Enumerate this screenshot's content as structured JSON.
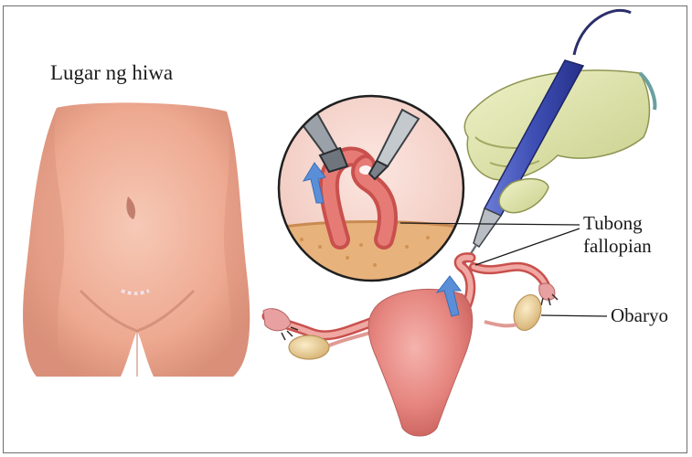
{
  "labels": {
    "incision_site": "Lugar ng hiwa",
    "fallopian_tube_line1": "Tubong",
    "fallopian_tube_line2": "fallopian",
    "ovary": "Obaryo"
  },
  "colors": {
    "skin": "#f2b8a4",
    "skin_shadow": "#d98f78",
    "uterus": "#e8918c",
    "tube": "#d96a68",
    "ovary": "#f0d7a6",
    "glove": "#e4eab4",
    "instrument": "#3e4fb4",
    "arrow": "#5a8fd8",
    "frame": "#6f6f6f"
  }
}
